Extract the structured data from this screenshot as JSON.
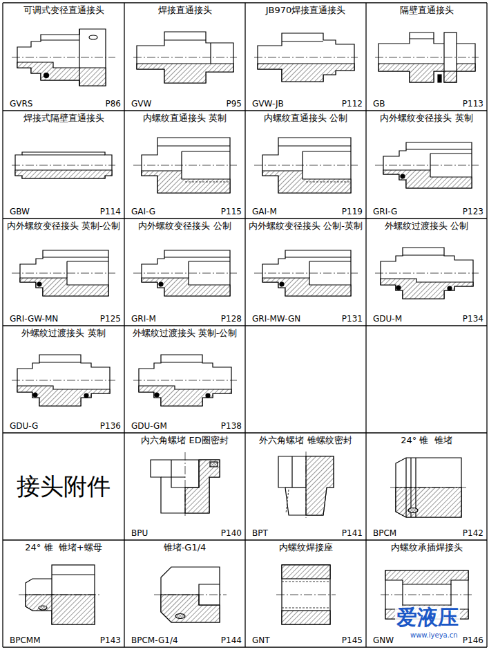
{
  "diagram": {
    "nodes": [
      {
        "text": [
          "可调式变径直通接头",
          "GVRS",
          "P86"
        ]
      },
      {
        "text": [
          "焊接直通接头",
          "GVW",
          "P95"
        ]
      },
      {
        "text": [
          "JB970焊接直通接头",
          "GVW-JB",
          "P112"
        ]
      },
      {
        "text": [
          "隔壁直通接头",
          "GB",
          "P113"
        ]
      },
      {
        "text": [
          "焊接式隔壁直通接头",
          "GBW",
          "P114"
        ]
      },
      {
        "text": [
          "内螺纹直通接头 英制",
          "GAI-G",
          "P115"
        ]
      },
      {
        "text": [
          "内螺纹直通接头 公制",
          "GAI-M",
          "P119"
        ]
      },
      {
        "text": [
          "内外螺纹变径接头 英制",
          "GRI-G",
          "P123"
        ]
      },
      {
        "text": [
          "内外螺纹变径接头 英制-公制",
          "GRI-GW-MN",
          "P125"
        ]
      },
      {
        "text": [
          "内外螺纹变径接头 公制",
          "GRI-M",
          "P128"
        ]
      },
      {
        "text": [
          "内外螺纹变径接头 公制-英制",
          "GRI-MW-GN",
          "P131"
        ]
      },
      {
        "text": [
          "外螺纹过渡接头 公制",
          "GDU-M",
          "P134"
        ]
      },
      {
        "text": [
          "外螺纹过渡接头 英制",
          "GDU-G",
          "P136"
        ]
      },
      {
        "text": [
          "外螺纹过渡接头 英制-公制",
          "GDU-GM",
          "P138"
        ]
      },
      {
        "text": [
          "接头附件"
        ]
      },
      {
        "text": [
          "内六角螺堵 ED圈密封",
          "BPU",
          "P140"
        ]
      },
      {
        "text": [
          "外六角螺堵 锥螺纹密封",
          "BPT",
          "P141"
        ]
      },
      {
        "text": [
          "24° 锥  锥堵",
          "BPCM",
          "P142"
        ]
      },
      {
        "text": [
          "24° 锥  锥堵+螺母",
          "BPCMM",
          "P143"
        ]
      },
      {
        "text": [
          "锥堵-G1/4",
          "BPCM-G1/4",
          "P144"
        ]
      },
      {
        "text": [
          "内螺纹焊接座",
          "GNT",
          "P145"
        ]
      },
      {
        "text": [
          "内螺纹承插焊接头",
          "GNW",
          "P146"
        ]
      }
    ],
    "labels": [
      "爱液压",
      "www.iyeya.cn"
    ]
  }
}
